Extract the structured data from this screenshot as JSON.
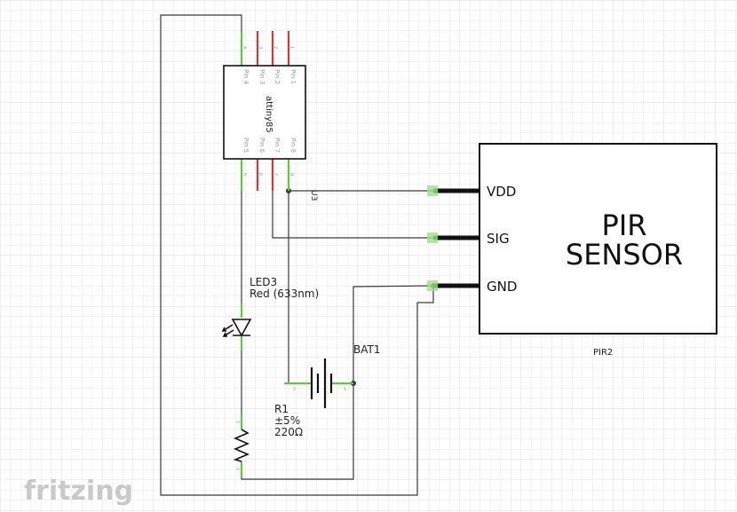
{
  "chip": {
    "name": "attiny85",
    "designator": "U3",
    "top_pins": [
      {
        "label": "Pin 4",
        "num": "4"
      },
      {
        "label": "Pin 3",
        "num": "3"
      },
      {
        "label": "Pin 2",
        "num": "2"
      },
      {
        "label": "Pin 1",
        "num": "1"
      }
    ],
    "bottom_pins": [
      {
        "label": "Pin 5",
        "num": "5"
      },
      {
        "label": "Pin 6",
        "num": "6"
      },
      {
        "label": "Pin 7",
        "num": "7"
      },
      {
        "label": "Pin 8",
        "num": "8"
      }
    ]
  },
  "pir": {
    "title_line1": "PIR",
    "title_line2": "SENSOR",
    "designator": "PIR2",
    "pins": [
      "VDD",
      "SIG",
      "GND"
    ]
  },
  "led": {
    "designator": "LED3",
    "value": "Red (633nm)"
  },
  "resistor": {
    "designator": "R1",
    "tolerance": "±5%",
    "value": "220Ω",
    "pin_top": "1",
    "pin_bottom": "2"
  },
  "battery": {
    "designator": "BAT1",
    "pin_left": "2",
    "pin_right": "1"
  },
  "logo": "fritzing",
  "colors": {
    "grid": "#e6e6e6",
    "grid_major": "#d8d8d8",
    "wire": "#3a3a3a",
    "lead_connected": "#5ecb3f",
    "lead_unconnected": "#cf3a3a"
  }
}
